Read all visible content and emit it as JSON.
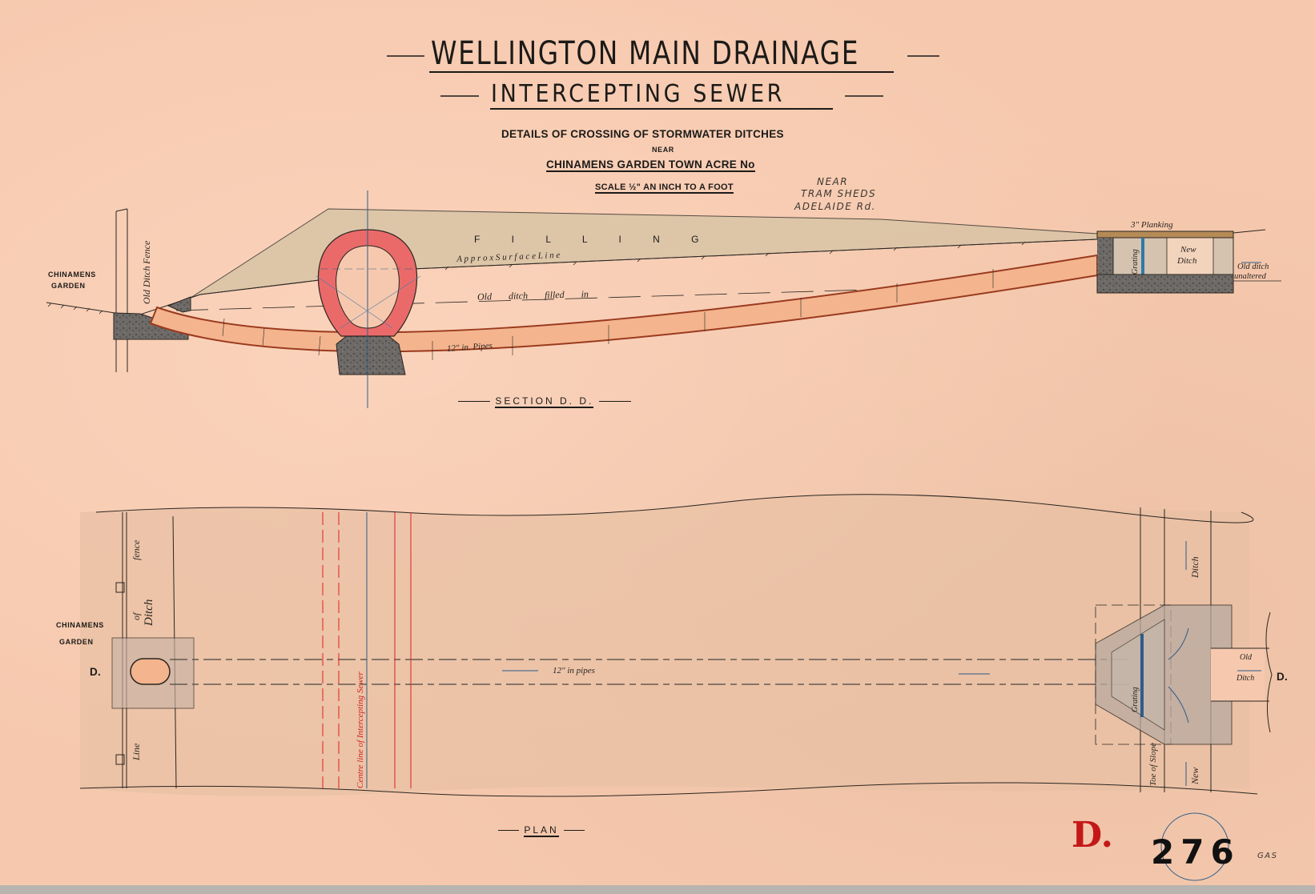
{
  "title": {
    "main": "WELLINGTON MAIN DRAINAGE",
    "sub": "INTERCEPTING SEWER",
    "details": "DETAILS OF CROSSING OF STORMWATER DITCHES",
    "near": "NEAR",
    "location": "CHINAMENS GARDEN TOWN ACRE No",
    "scale": "SCALE ½\" AN INCH TO A FOOT",
    "handwritten_note": [
      "NEAR",
      "TRAM SHEDS",
      "ADELAIDE Rd."
    ]
  },
  "section": {
    "label": "SECTION D. D.",
    "left_area": [
      "CHINAMENS",
      "GARDEN"
    ],
    "fence": "Fence",
    "old_ditch": "Old Ditch",
    "filling": "F I L L I N G",
    "approx_surface": "A p p r o x   S u r f a c e   L i n e",
    "old_ditch_filled": "Old   ditch   filled   in",
    "pipes": "12\" in.  Pipes",
    "planking": "3\" Planking",
    "grating": "Grating",
    "new_ditch": [
      "New",
      "Ditch"
    ],
    "old_ditch_unaltered": [
      "Old ditch",
      "unaltered"
    ]
  },
  "plan": {
    "label": "PLAN",
    "left_area": [
      "CHINAMENS",
      "GARDEN"
    ],
    "section_marker_left": "D.",
    "section_marker_right": "D.",
    "line_of_fence": [
      "Line",
      "of",
      "fence"
    ],
    "ditch": "Ditch",
    "centre_line": "Centre  line  of  Intercepting  Sewer",
    "pipes": "12\" in pipes",
    "toe_of_slope": "Toe   of   Slope",
    "new_ditch": [
      "New",
      "Ditch"
    ],
    "grating": "Grating",
    "old_ditch": [
      "Old",
      "Ditch"
    ]
  },
  "stamp": {
    "letter": "D.",
    "number": "276",
    "initials": "GAS"
  },
  "colors": {
    "paper": "#f6c9ae",
    "sewer_red": "#ea6a6a",
    "pipe_peach": "#f3b48e",
    "pipe_edge": "#9a3a1e",
    "concrete": "#6e6a68",
    "filling": "#d9c4a6",
    "plan_fill": "#e6bfa4",
    "structure_grey": "#b9aaa0",
    "ink": "#1c1a18",
    "blue": "#2e5c88",
    "stamp_red": "#c41818"
  }
}
